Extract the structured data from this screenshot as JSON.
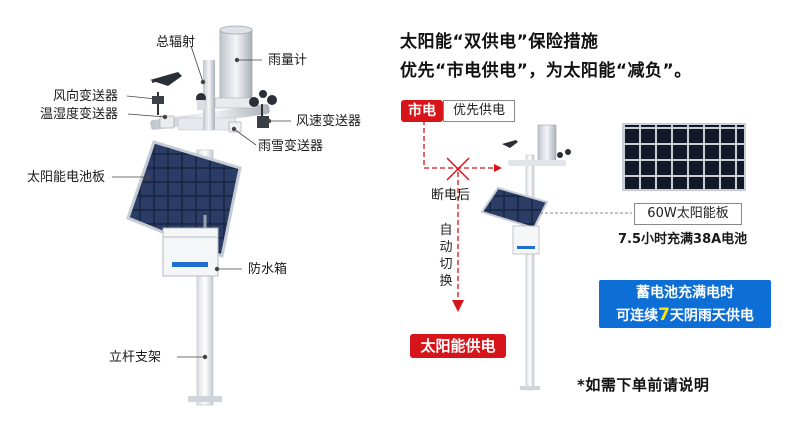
{
  "left": {
    "labels": {
      "radiation": "总辐射",
      "rain_gauge": "雨量计",
      "wind_direction": "风向变送器",
      "temp_humidity": "温湿度变送器",
      "wind_speed": "风速变送器",
      "rain_snow": "雨雪变送器",
      "solar_panel": "太阳能电池板",
      "waterproof_box": "防水箱",
      "pole": "立杆支架"
    }
  },
  "right": {
    "title_line1": "太阳能“双供电”保险措施",
    "title_line2": "优先“市电供电”，为太阳能“减负”。",
    "grid_tag": "市电",
    "grid_priority": "优先供电",
    "power_cut": "断电后",
    "auto_switch": [
      "自",
      "动",
      "切",
      "换"
    ],
    "solar_supply": "太阳能供电",
    "panel_spec": "60W太阳能板",
    "charge_spec": "7.5小时充满38A电池",
    "battery_line1": "蓄电池充满电时",
    "battery_line2_pre": "可连续",
    "battery_days": "7",
    "battery_line2_post": "天阴雨天供电",
    "note": "*如需下单前请说明"
  },
  "colors": {
    "red": "#d7141a",
    "blue": "#0d6fd6",
    "yellow": "#ffe600"
  }
}
